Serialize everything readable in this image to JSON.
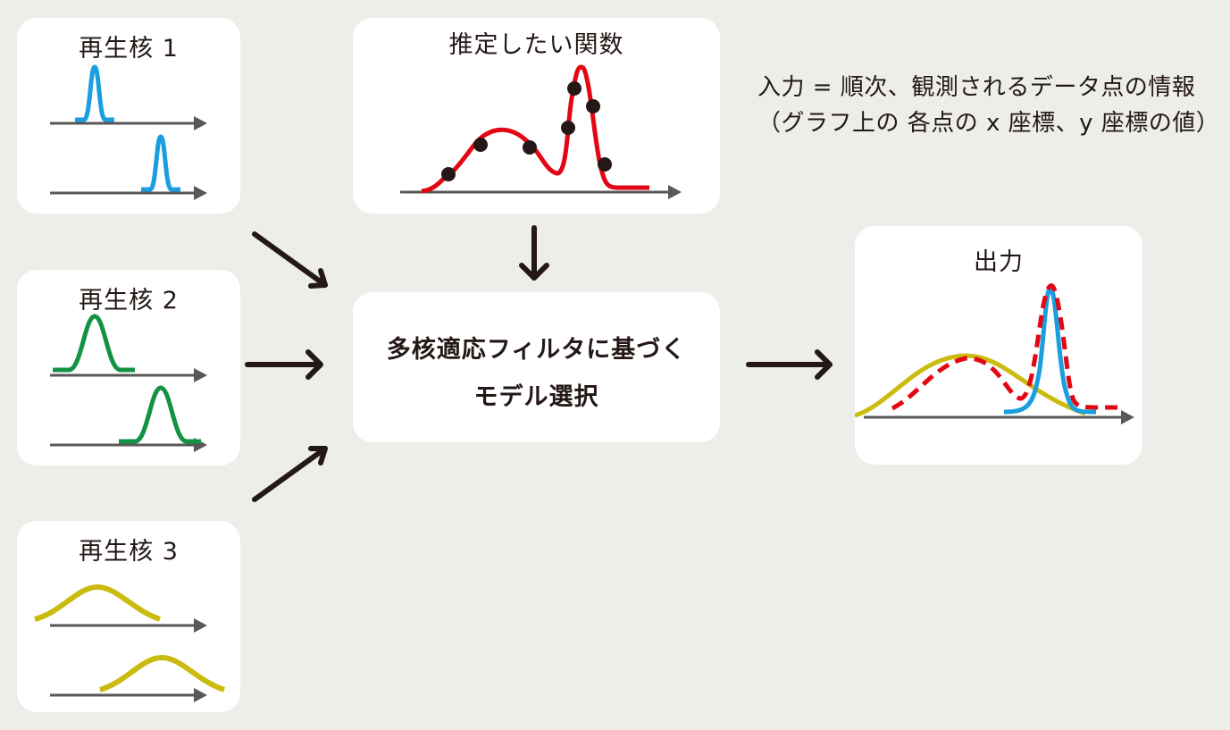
{
  "kernels": [
    {
      "title": "再生核 1",
      "color": "#1a9ee0",
      "shape": "narrow"
    },
    {
      "title": "再生核 2",
      "color": "#129343",
      "shape": "medium"
    },
    {
      "title": "再生核 3",
      "color": "#cbbb0e",
      "shape": "wide"
    }
  ],
  "target": {
    "title": "推定したい関数",
    "curve_color": "#e30613",
    "point_color": "#231815"
  },
  "note": {
    "line1": "入力 = 順次、観測されるデータ点の情報",
    "line2": "（グラフ上の 各点の x 座標、y 座標の値）"
  },
  "process": {
    "line1": "多核適応フィルタに基づく",
    "line2": "モデル選択"
  },
  "output": {
    "title": "出力",
    "legend": [
      "yellow wide kernel",
      "blue narrow kernel",
      "red dashed estimate"
    ]
  },
  "colors": {
    "background": "#ededea",
    "card": "#ffffff",
    "axis": "#595757",
    "arrow": "#231815"
  }
}
